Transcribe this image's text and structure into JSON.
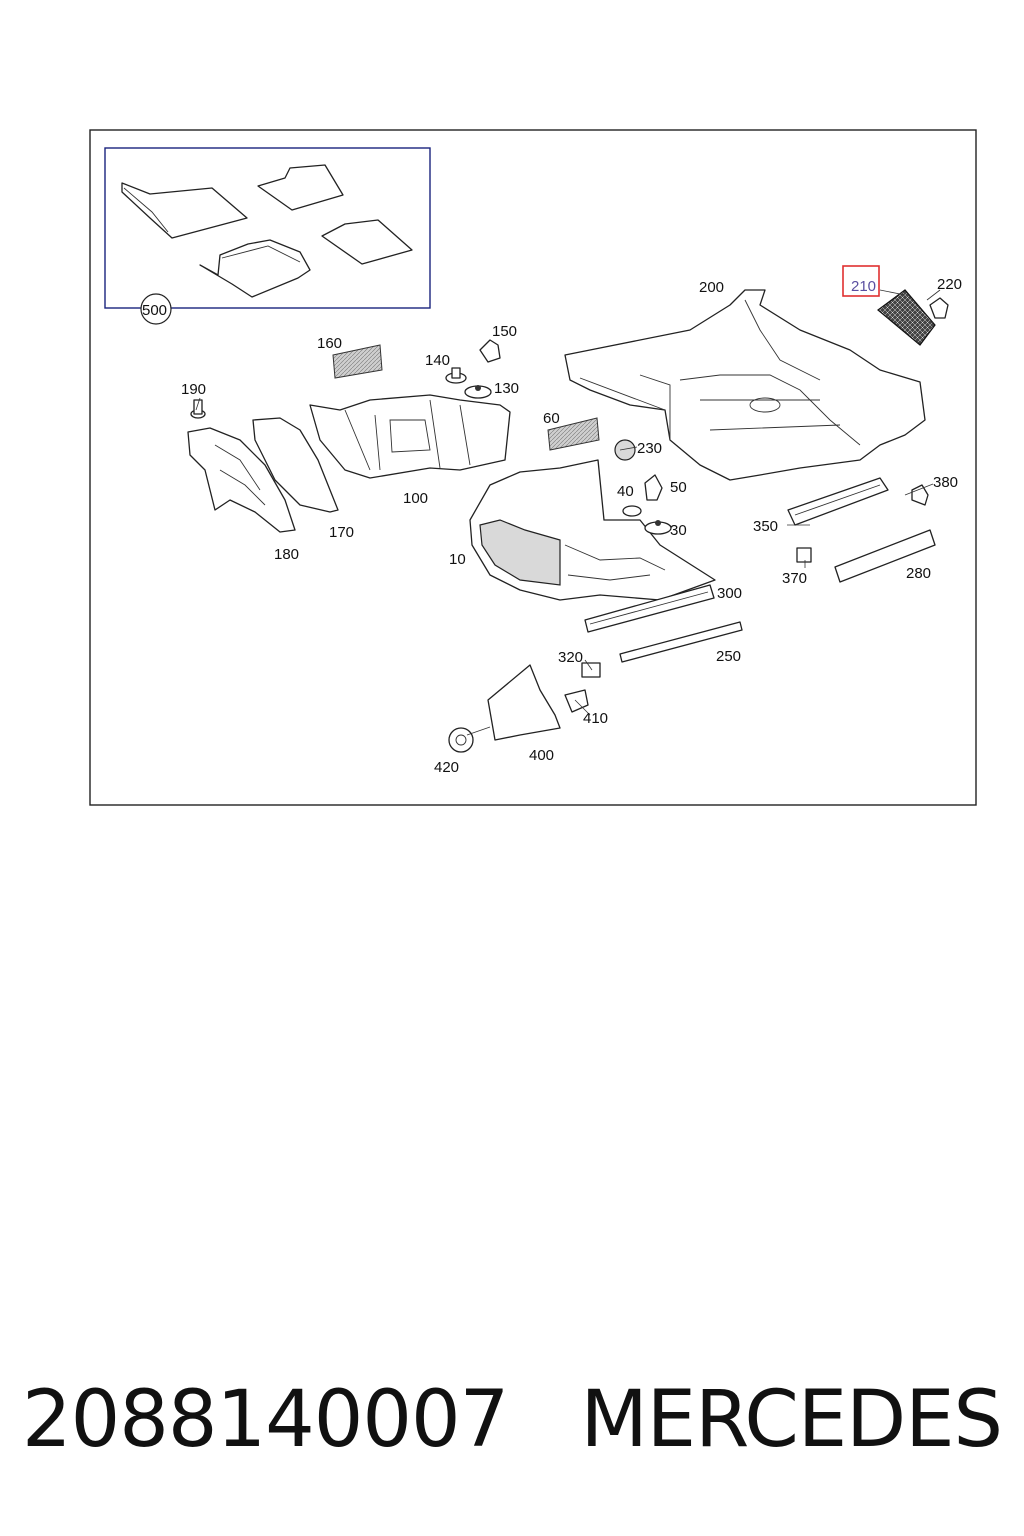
{
  "callouts": {
    "c500": "500",
    "c200": "200",
    "c210": "210",
    "c220": "220",
    "c160": "160",
    "c150": "150",
    "c140": "140",
    "c130": "130",
    "c190": "190",
    "c60": "60",
    "c230": "230",
    "c100": "100",
    "c40": "40",
    "c50": "50",
    "c380": "380",
    "c170": "170",
    "c30": "30",
    "c350": "350",
    "c180": "180",
    "c10": "10",
    "c370": "370",
    "c280": "280",
    "c300": "300",
    "c320": "320",
    "c250": "250",
    "c410": "410",
    "c400": "400",
    "c420": "420"
  },
  "highlighted_callout": "210",
  "highlight_color": "#e03030",
  "frame_color": "#1a237e",
  "footer": {
    "part_number": "2088140007",
    "brand": "MERCEDES"
  }
}
